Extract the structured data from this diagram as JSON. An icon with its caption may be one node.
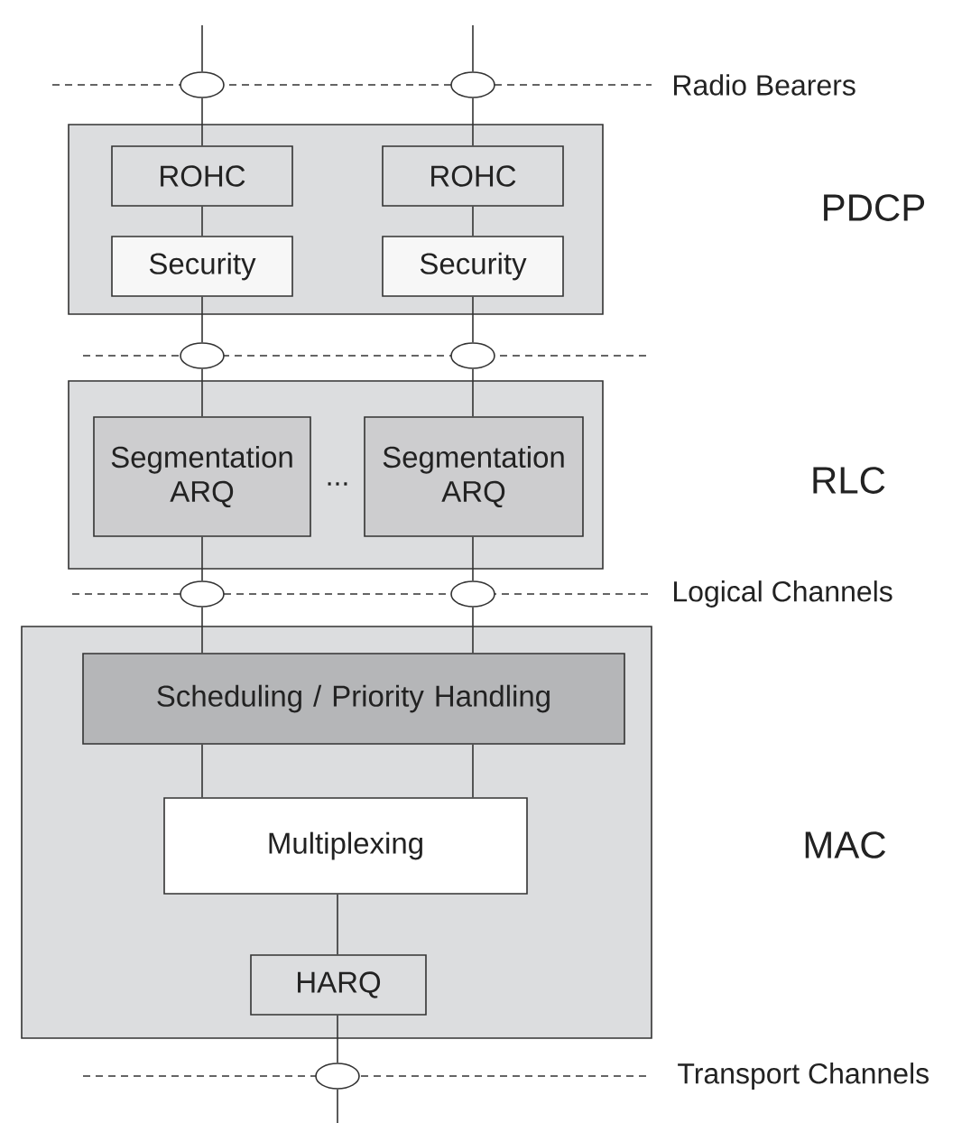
{
  "diagram": {
    "nodes": [
      {
        "text": [],
        "shape": "box"
      },
      {
        "text": [
          "ROHC"
        ],
        "in": 0
      },
      {
        "text": [
          "Security"
        ],
        "in": 0
      },
      {
        "text": [
          "ROHC"
        ],
        "in": 0
      },
      {
        "text": [
          "Security"
        ],
        "in": 0
      },
      {
        "text": [],
        "shape": "box"
      },
      {
        "text": [
          "Segmentation ARQ"
        ],
        "in": 5
      },
      {
        "text": [
          "Segmentation ARQ"
        ],
        "in": 5
      },
      {
        "text": [],
        "shape": "box"
      },
      {
        "text": [
          "Scheduling / Priority Handling"
        ],
        "in": 8
      },
      {
        "text": [
          "Multiplexing"
        ],
        "in": 8
      },
      {
        "text": [
          "HARQ"
        ],
        "in": 8
      },
      {
        "text": [],
        "shape": "ellipse"
      },
      {
        "text": [],
        "shape": "ellipse"
      },
      {
        "text": [],
        "shape": "ellipse"
      },
      {
        "text": [],
        "shape": "ellipse"
      },
      {
        "text": [],
        "shape": "ellipse"
      },
      {
        "text": [],
        "shape": "ellipse"
      },
      {
        "text": [],
        "shape": "ellipse"
      }
    ],
    "edges": [
      {
        "from": null,
        "to": 12,
        "arrow": "none"
      },
      {
        "from": null,
        "to": 13,
        "arrow": "none"
      },
      {
        "from": 12,
        "to": 1,
        "arrow": "none"
      },
      {
        "from": 13,
        "to": 3,
        "arrow": "none"
      },
      {
        "from": 1,
        "to": 2,
        "arrow": "none"
      },
      {
        "from": 3,
        "to": 4,
        "arrow": "none"
      },
      {
        "from": 2,
        "to": 14,
        "arrow": "none"
      },
      {
        "from": 4,
        "to": 15,
        "arrow": "none"
      },
      {
        "from": 14,
        "to": 6,
        "arrow": "none"
      },
      {
        "from": 15,
        "to": 7,
        "arrow": "none"
      },
      {
        "from": 6,
        "to": 16,
        "arrow": "none"
      },
      {
        "from": 7,
        "to": 17,
        "arrow": "none"
      },
      {
        "from": 16,
        "to": 9,
        "arrow": "none"
      },
      {
        "from": 17,
        "to": 9,
        "arrow": "none"
      },
      {
        "from": 9,
        "to": 10,
        "arrow": "none"
      },
      {
        "from": 9,
        "to": 10,
        "arrow": "none"
      },
      {
        "from": 10,
        "to": 11,
        "arrow": "none"
      },
      {
        "from": 11,
        "to": 18,
        "arrow": "none"
      },
      {
        "from": 18,
        "to": null,
        "arrow": "none"
      }
    ],
    "labels": [
      "Radio Bearers",
      "PDCP",
      "...",
      "RLC",
      "Logical Channels",
      "MAC",
      "Transport Channels"
    ]
  }
}
